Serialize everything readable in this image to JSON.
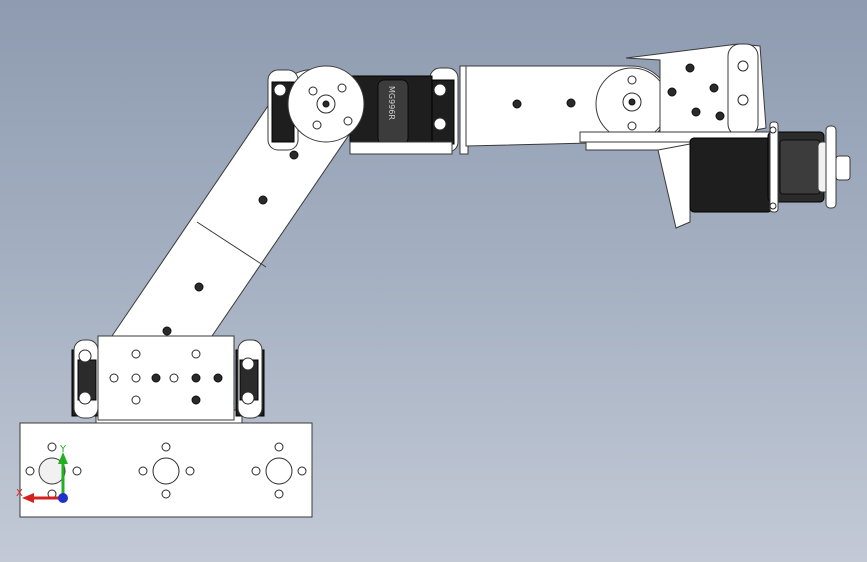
{
  "servo_label": "MG996R",
  "triad": {
    "x_label": "X",
    "y_label": "Y",
    "x_color": "#d42020",
    "y_color": "#22b022",
    "z_color": "#2030c8"
  }
}
